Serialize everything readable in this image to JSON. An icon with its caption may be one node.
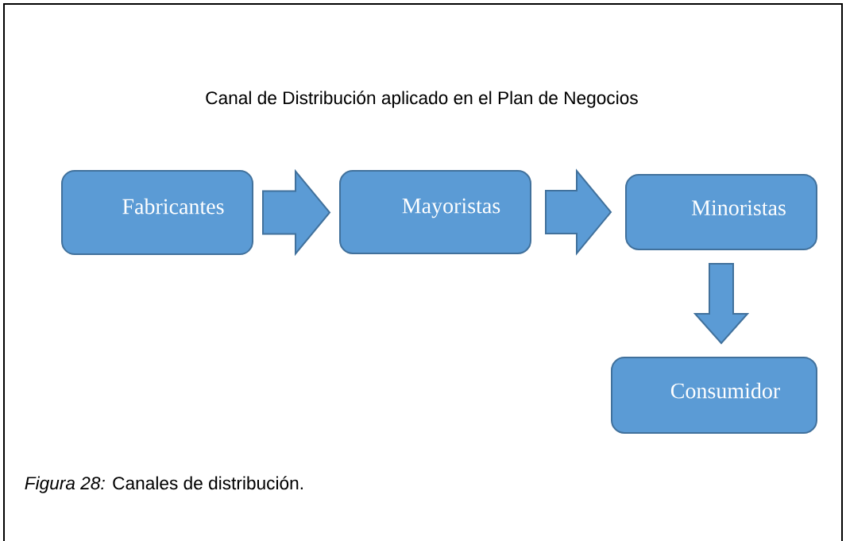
{
  "diagram": {
    "title": "Canal de Distribución aplicado en el Plan de Negocios",
    "caption": "*Figura 28:* Canales de distribución.",
    "nodes": [
      {
        "text": [
          "Fabricantes"
        ]
      },
      {
        "text": [
          "Mayoristas"
        ]
      },
      {
        "text": [
          "Minoristas"
        ]
      },
      {
        "text": [
          "Consumidor"
        ]
      }
    ],
    "edges": [
      {
        "from": 0,
        "to": 1,
        "arrow": "to"
      },
      {
        "from": 1,
        "to": 2,
        "arrow": "to"
      },
      {
        "from": 2,
        "to": 3,
        "arrow": "to"
      }
    ]
  }
}
